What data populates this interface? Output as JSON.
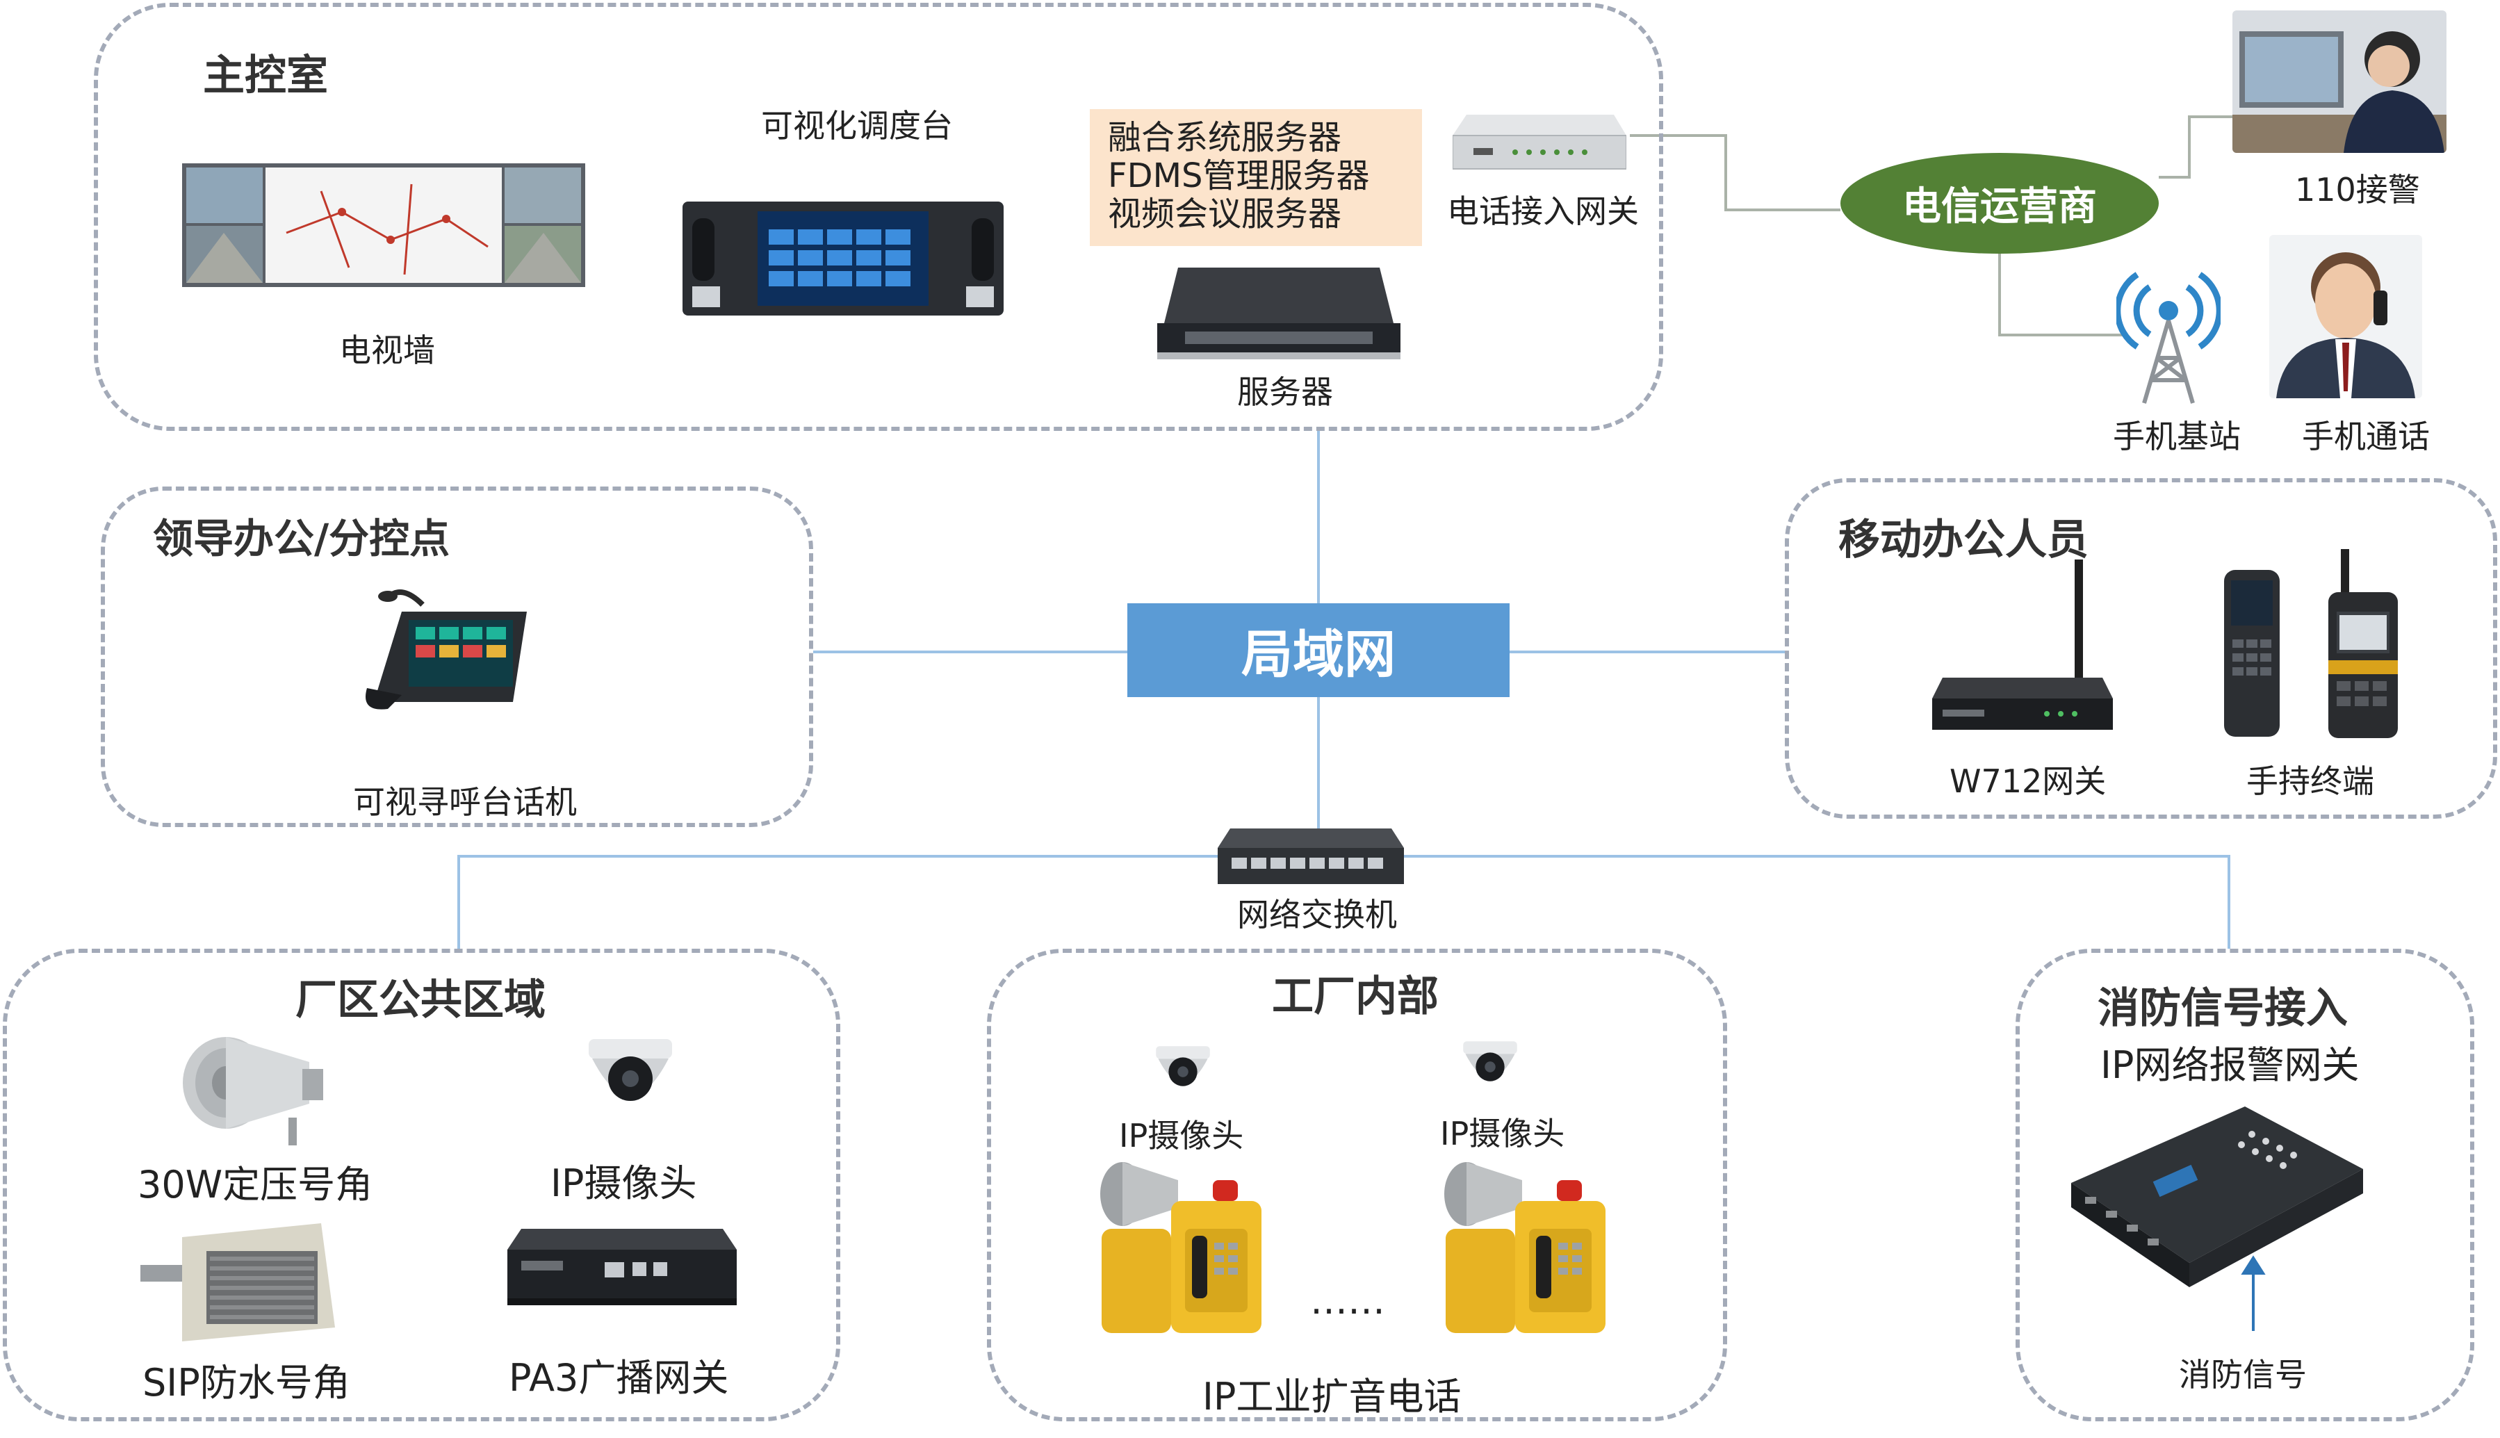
{
  "colors": {
    "lan": "#5b9bd5",
    "carrier": "#538135",
    "wire": "#9cc2e5",
    "zone_border": "#a3aab8",
    "server_box": "#fce4cc"
  },
  "main_room": {
    "title": "主控室",
    "video_wall": "电视墙",
    "console": "可视化调度台",
    "servers": [
      "融合系统服务器",
      "FDMS管理服务器",
      "视频会议服务器"
    ],
    "server": "服务器",
    "gateway": "电话接入网关"
  },
  "carrier": {
    "name": "电信运营商",
    "police": "110接警",
    "base_station": "手机基站",
    "mobile_call": "手机通话"
  },
  "office": {
    "title": "领导办公/分控点",
    "device": "可视寻呼台话机"
  },
  "mobile": {
    "title": "移动办公人员",
    "gateway": "W712网关",
    "handheld": "手持终端"
  },
  "lan": "局域网",
  "switch": "网络交换机",
  "public_area": {
    "title": "厂区公共区域",
    "horn": "30W定压号角",
    "camera": "IP摄像头",
    "sip_horn": "SIP防水号角",
    "pa3": "PA3广播网关"
  },
  "factory": {
    "title": "工厂内部",
    "camera1": "IP摄像头",
    "camera2": "IP摄像头",
    "ellipsis": "……",
    "phone": "IP工业扩音电话"
  },
  "fire": {
    "title": "消防信号接入",
    "gateway": "IP网络报警网关",
    "signal": "消防信号"
  }
}
